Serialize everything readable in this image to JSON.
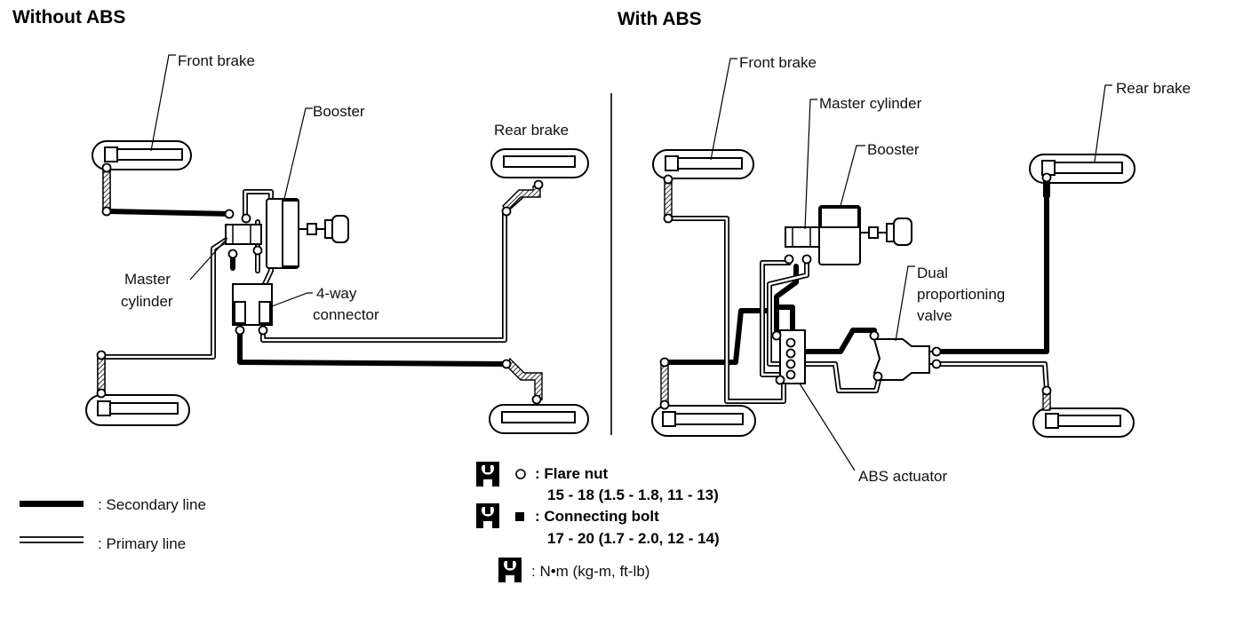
{
  "sections": {
    "without_abs": {
      "title": "Without ABS",
      "labels": {
        "front_brake": "Front brake",
        "booster": "Booster",
        "rear_brake": "Rear brake",
        "master_cylinder_line1": "Master",
        "master_cylinder_line2": "cylinder",
        "four_way_line1": "4-way",
        "four_way_line2": "connector"
      }
    },
    "with_abs": {
      "title": "With ABS",
      "labels": {
        "front_brake": "Front brake",
        "master_cylinder": "Master cylinder",
        "booster": "Booster",
        "rear_brake": "Rear brake",
        "dual_line1": "Dual",
        "dual_line2": "proportioning",
        "dual_line3": "valve",
        "abs_actuator": "ABS actuator"
      }
    }
  },
  "legend": {
    "secondary_line": ": Secondary line",
    "primary_line": ": Primary line"
  },
  "torque": {
    "flare_nut_label": ": Flare nut",
    "flare_nut_value": "15 - 18 (1.5 - 1.8, 11 - 13)",
    "connecting_bolt_label": ": Connecting bolt",
    "connecting_bolt_value": "17 - 20 (1.7 - 2.0, 12 - 14)",
    "units": ": N•m (kg-m, ft-lb)"
  },
  "icons": [
    "torque-wrench-icon",
    "flare-nut-circle-icon",
    "connecting-bolt-square-icon"
  ]
}
